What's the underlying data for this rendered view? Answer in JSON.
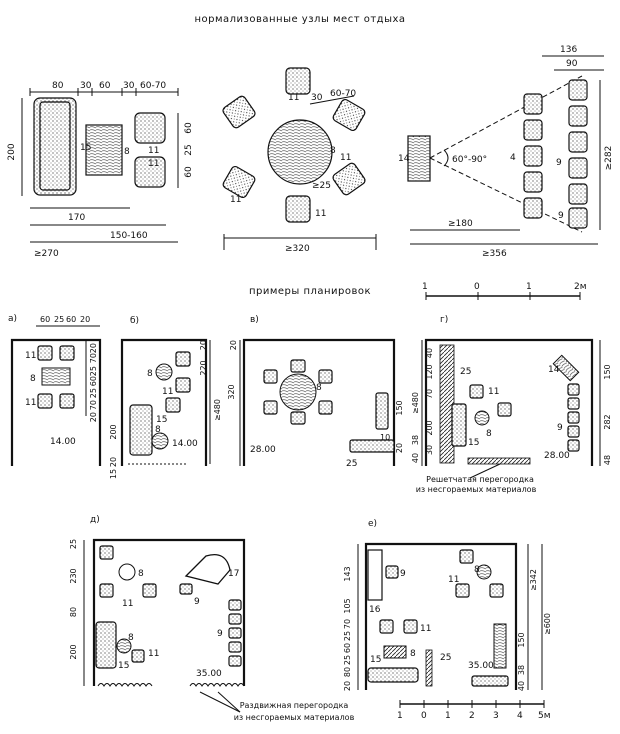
{
  "top_title": "нормализованные узлы мест отдыха",
  "section_title": "примеры планировок",
  "scale_top": {
    "labels": [
      "1",
      "0",
      "1",
      "2м"
    ]
  },
  "scale_bottom": {
    "labels": [
      "1",
      "0",
      "1",
      "2",
      "3",
      "4",
      "5м"
    ]
  },
  "node1": {
    "dims_top": [
      "80",
      "30",
      "60",
      "30",
      "60-70"
    ],
    "dim_left": "200",
    "dims_right": [
      "60",
      "25",
      "60"
    ],
    "dims_bottom": [
      "170",
      "150-160",
      "≥270"
    ],
    "labels": [
      "15",
      "8",
      "11",
      "11"
    ]
  },
  "node2": {
    "dims": [
      "30",
      "60-70",
      "≥25",
      "≥320"
    ],
    "labels": [
      "11",
      "11",
      "11",
      "11",
      "8"
    ]
  },
  "node3": {
    "dims_top": [
      "136",
      "90"
    ],
    "dim_right": "≥282",
    "dims_bottom": [
      "≥180",
      "≥356"
    ],
    "angle": "60°-90°",
    "labels": [
      "14",
      "4",
      "9",
      "9"
    ]
  },
  "plans": {
    "a": {
      "label": "а)",
      "dims_top": [
        "60",
        "25",
        "60",
        "20"
      ],
      "dims_side": [
        "20",
        "70",
        "25",
        "60",
        "25",
        "70",
        "20"
      ],
      "labels": [
        "11",
        "8",
        "11"
      ],
      "area": "14.00"
    },
    "b": {
      "label": "б)",
      "dims_side": [
        "20",
        "220",
        "≥480",
        "200",
        "20",
        "15"
      ],
      "labels": [
        "8",
        "11",
        "15",
        "8"
      ],
      "area": "14.00"
    },
    "v": {
      "label": "в)",
      "dims_side": [
        "20",
        "320",
        "150",
        "20"
      ],
      "labels": [
        "8",
        "10"
      ],
      "area1": "28.00",
      "area2": "25"
    },
    "g": {
      "label": "г)",
      "dims_left": [
        "40",
        "120",
        "70",
        "≥480",
        "200",
        "30",
        "38",
        "40"
      ],
      "dims_right": [
        "150",
        "282",
        "48"
      ],
      "labels": [
        "25",
        "11",
        "15",
        "8",
        "14",
        "9"
      ],
      "area": "28.00",
      "note": [
        "Решетчатая перегородка",
        "из несгораемых материалов"
      ]
    },
    "d": {
      "label": "д)",
      "dims_side": [
        "25",
        "230",
        "80",
        "200"
      ],
      "labels": [
        "8",
        "11",
        "17",
        "9",
        "15",
        "8",
        "11",
        "9"
      ],
      "area": "35.00"
    },
    "e": {
      "label": "е)",
      "dims_left": [
        "143",
        "105",
        "70",
        "25",
        "60",
        "25",
        "80",
        "20"
      ],
      "dims_right": [
        "≥342",
        "≥600",
        "150",
        "38",
        "40"
      ],
      "labels": [
        "9",
        "16",
        "8",
        "11",
        "11",
        "15",
        "8",
        "25"
      ],
      "area": "35.00"
    },
    "bottom_note": [
      "Раздвижная перегородка",
      "из несгораемых материалов"
    ]
  }
}
